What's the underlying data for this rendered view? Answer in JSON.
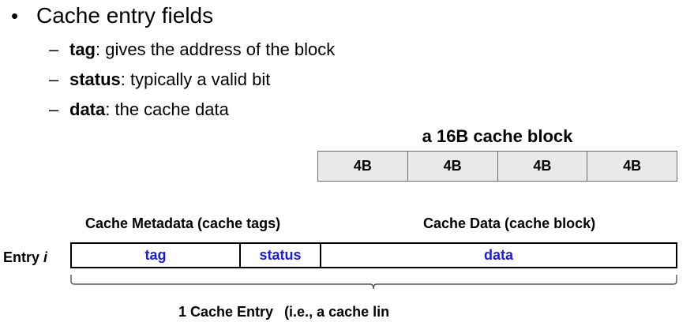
{
  "bullet": {
    "symbol": "•",
    "text": "Cache entry fields"
  },
  "sub_items": [
    {
      "term": "tag",
      "desc": ": gives the address of the block"
    },
    {
      "term": "status",
      "desc": ": typically a valid bit"
    },
    {
      "term": "data",
      "desc": ": the cache data"
    }
  ],
  "cache_block": {
    "title": "a 16B cache block",
    "cells": [
      "4B",
      "4B",
      "4B",
      "4B"
    ]
  },
  "headers": {
    "metadata": "Cache Metadata (cache tags)",
    "data": "Cache Data (cache block)"
  },
  "entry": {
    "label": "Entry ",
    "index": "i",
    "fields": {
      "tag": "tag",
      "status": "status",
      "data": "data"
    }
  },
  "caption": {
    "main": "1 Cache Entry",
    "paren": "(i.e., a cache lin"
  },
  "colors": {
    "field_text": "#1a1ae6",
    "block_fill": "#e9e9e9"
  }
}
